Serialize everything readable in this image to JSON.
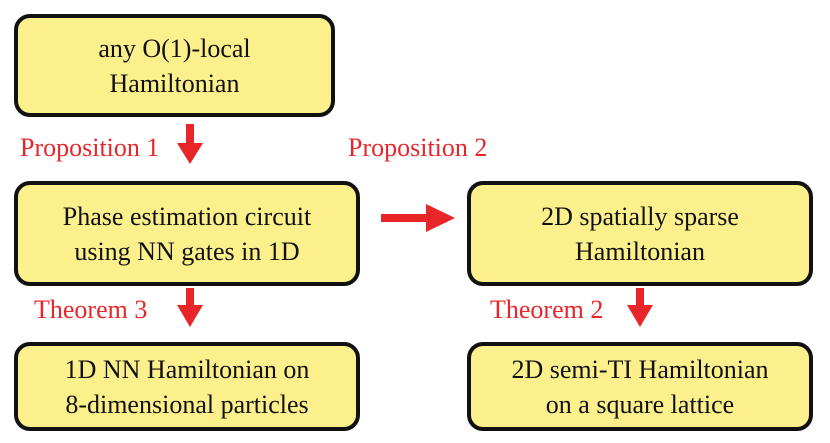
{
  "colors": {
    "box_fill": "#fcf08c",
    "box_border": "#111111",
    "text": "#111111",
    "label": "#e8262a",
    "arrow": "#e8262a"
  },
  "boxes": {
    "top": {
      "line1": "any O(1)-local",
      "line2": "Hamiltonian"
    },
    "middle_left": {
      "line1": "Phase estimation circuit",
      "line2": "using NN gates in 1D"
    },
    "middle_right": {
      "line1": "2D spatially sparse",
      "line2": "Hamiltonian"
    },
    "bottom_left": {
      "line1": "1D NN Hamiltonian on",
      "line2": "8-dimensional particles"
    },
    "bottom_right": {
      "line1": "2D semi-TI Hamiltonian",
      "line2": "on a square lattice"
    }
  },
  "labels": {
    "proposition1": "Proposition 1",
    "proposition2": "Proposition 2",
    "theorem3": "Theorem 3",
    "theorem2": "Theorem 2"
  }
}
